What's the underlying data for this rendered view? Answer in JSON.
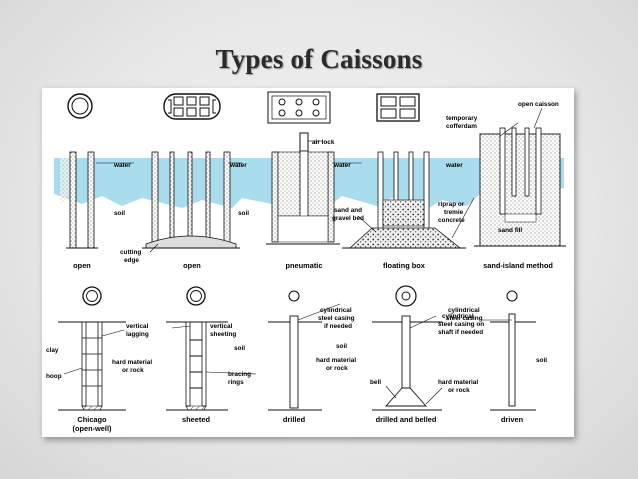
{
  "slide": {
    "title": "Types of Caissons"
  },
  "labels": {
    "water": "water",
    "soil": "soil",
    "air_lock": "air lock",
    "cutting_edge_1": "cutting",
    "cutting_edge_2": "edge",
    "open_caisson": "open caisson",
    "temporary_1": "temporary",
    "temporary_2": "cofferdam",
    "sand_gravel_1": "sand and",
    "sand_gravel_2": "gravel bed",
    "riprap_1": "riprap or",
    "riprap_2": "tremie",
    "riprap_3": "concrete",
    "sand_fill": "sand fill",
    "vertical_lagging_1": "vertical",
    "vertical_lagging_2": "lagging",
    "clay": "clay",
    "hoop": "hoop",
    "hard_material_1": "hard material",
    "hard_material_2": "or rock",
    "vertical_sheeting_1": "vertical",
    "vertical_sheeting_2": "sheeting",
    "bracing_1": "bracing",
    "bracing_2": "rings",
    "cyl_casing_if_needed_1": "cylindrical",
    "cyl_casing_if_needed_2": "steel casing",
    "cyl_casing_if_needed_3": "if needed",
    "bell": "bell",
    "cyl_casing_shaft_1": "cylindrical",
    "cyl_casing_shaft_2": "steel casing on",
    "cyl_casing_shaft_3": "shaft if needed",
    "cyl_casing_1": "cylindrical",
    "cyl_casing_2": "steel casing"
  },
  "captions": {
    "open_1": "open",
    "open_2": "open",
    "pneumatic": "pneumatic",
    "floating_box": "floating box",
    "sand_island": "sand-island method",
    "chicago_1": "Chicago",
    "chicago_2": "(open-well)",
    "sheeted": "sheeted",
    "drilled": "drilled",
    "drilled_belled": "drilled and belled",
    "driven": "driven"
  },
  "colors": {
    "water": "#a9dcec",
    "soil": "#d9d9d9",
    "line": "#111111"
  }
}
